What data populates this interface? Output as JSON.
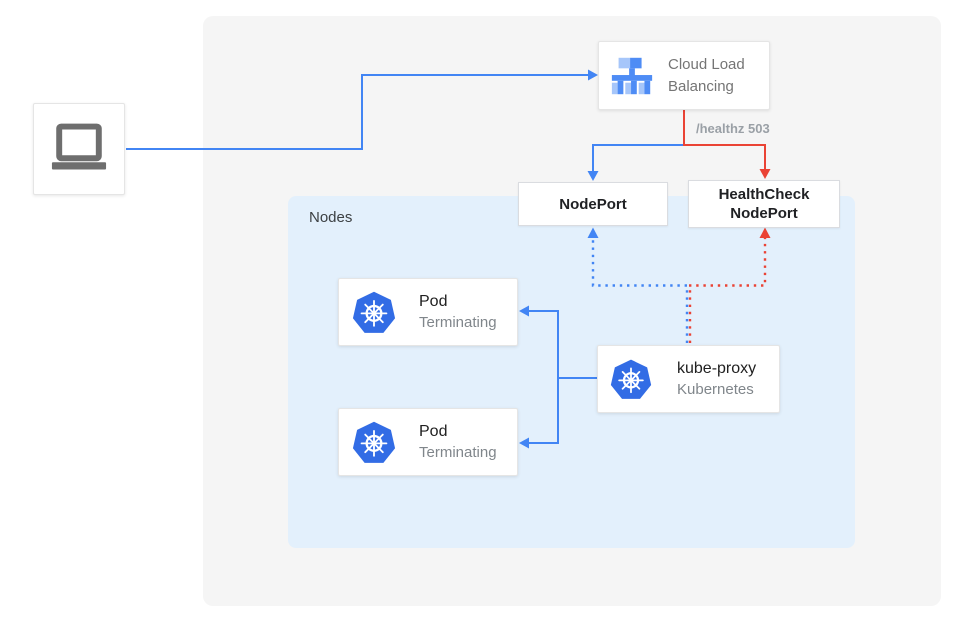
{
  "colors": {
    "blue": "#4285F4",
    "red": "#EA4335",
    "panel_bg": "#F5F5F5",
    "nodes_bg": "#E3F0FC",
    "k8s_blue": "#326CE5",
    "gray_text": "#757575",
    "muted_text": "#80868B",
    "dark_text": "#202124"
  },
  "cloud_load_balancing": {
    "lines": [
      "Cloud Load",
      "Balancing"
    ]
  },
  "healthz_label": "/healthz 503",
  "nodeport_label": "NodePort",
  "healthcheck_nodeport": {
    "lines": [
      "HealthCheck",
      "NodePort"
    ]
  },
  "nodes_label": "Nodes",
  "pod1": {
    "title": "Pod",
    "status": "Terminating"
  },
  "pod2": {
    "title": "Pod",
    "status": "Terminating"
  },
  "kube_proxy": {
    "title": "kube-proxy",
    "subtitle": "Kubernetes"
  }
}
